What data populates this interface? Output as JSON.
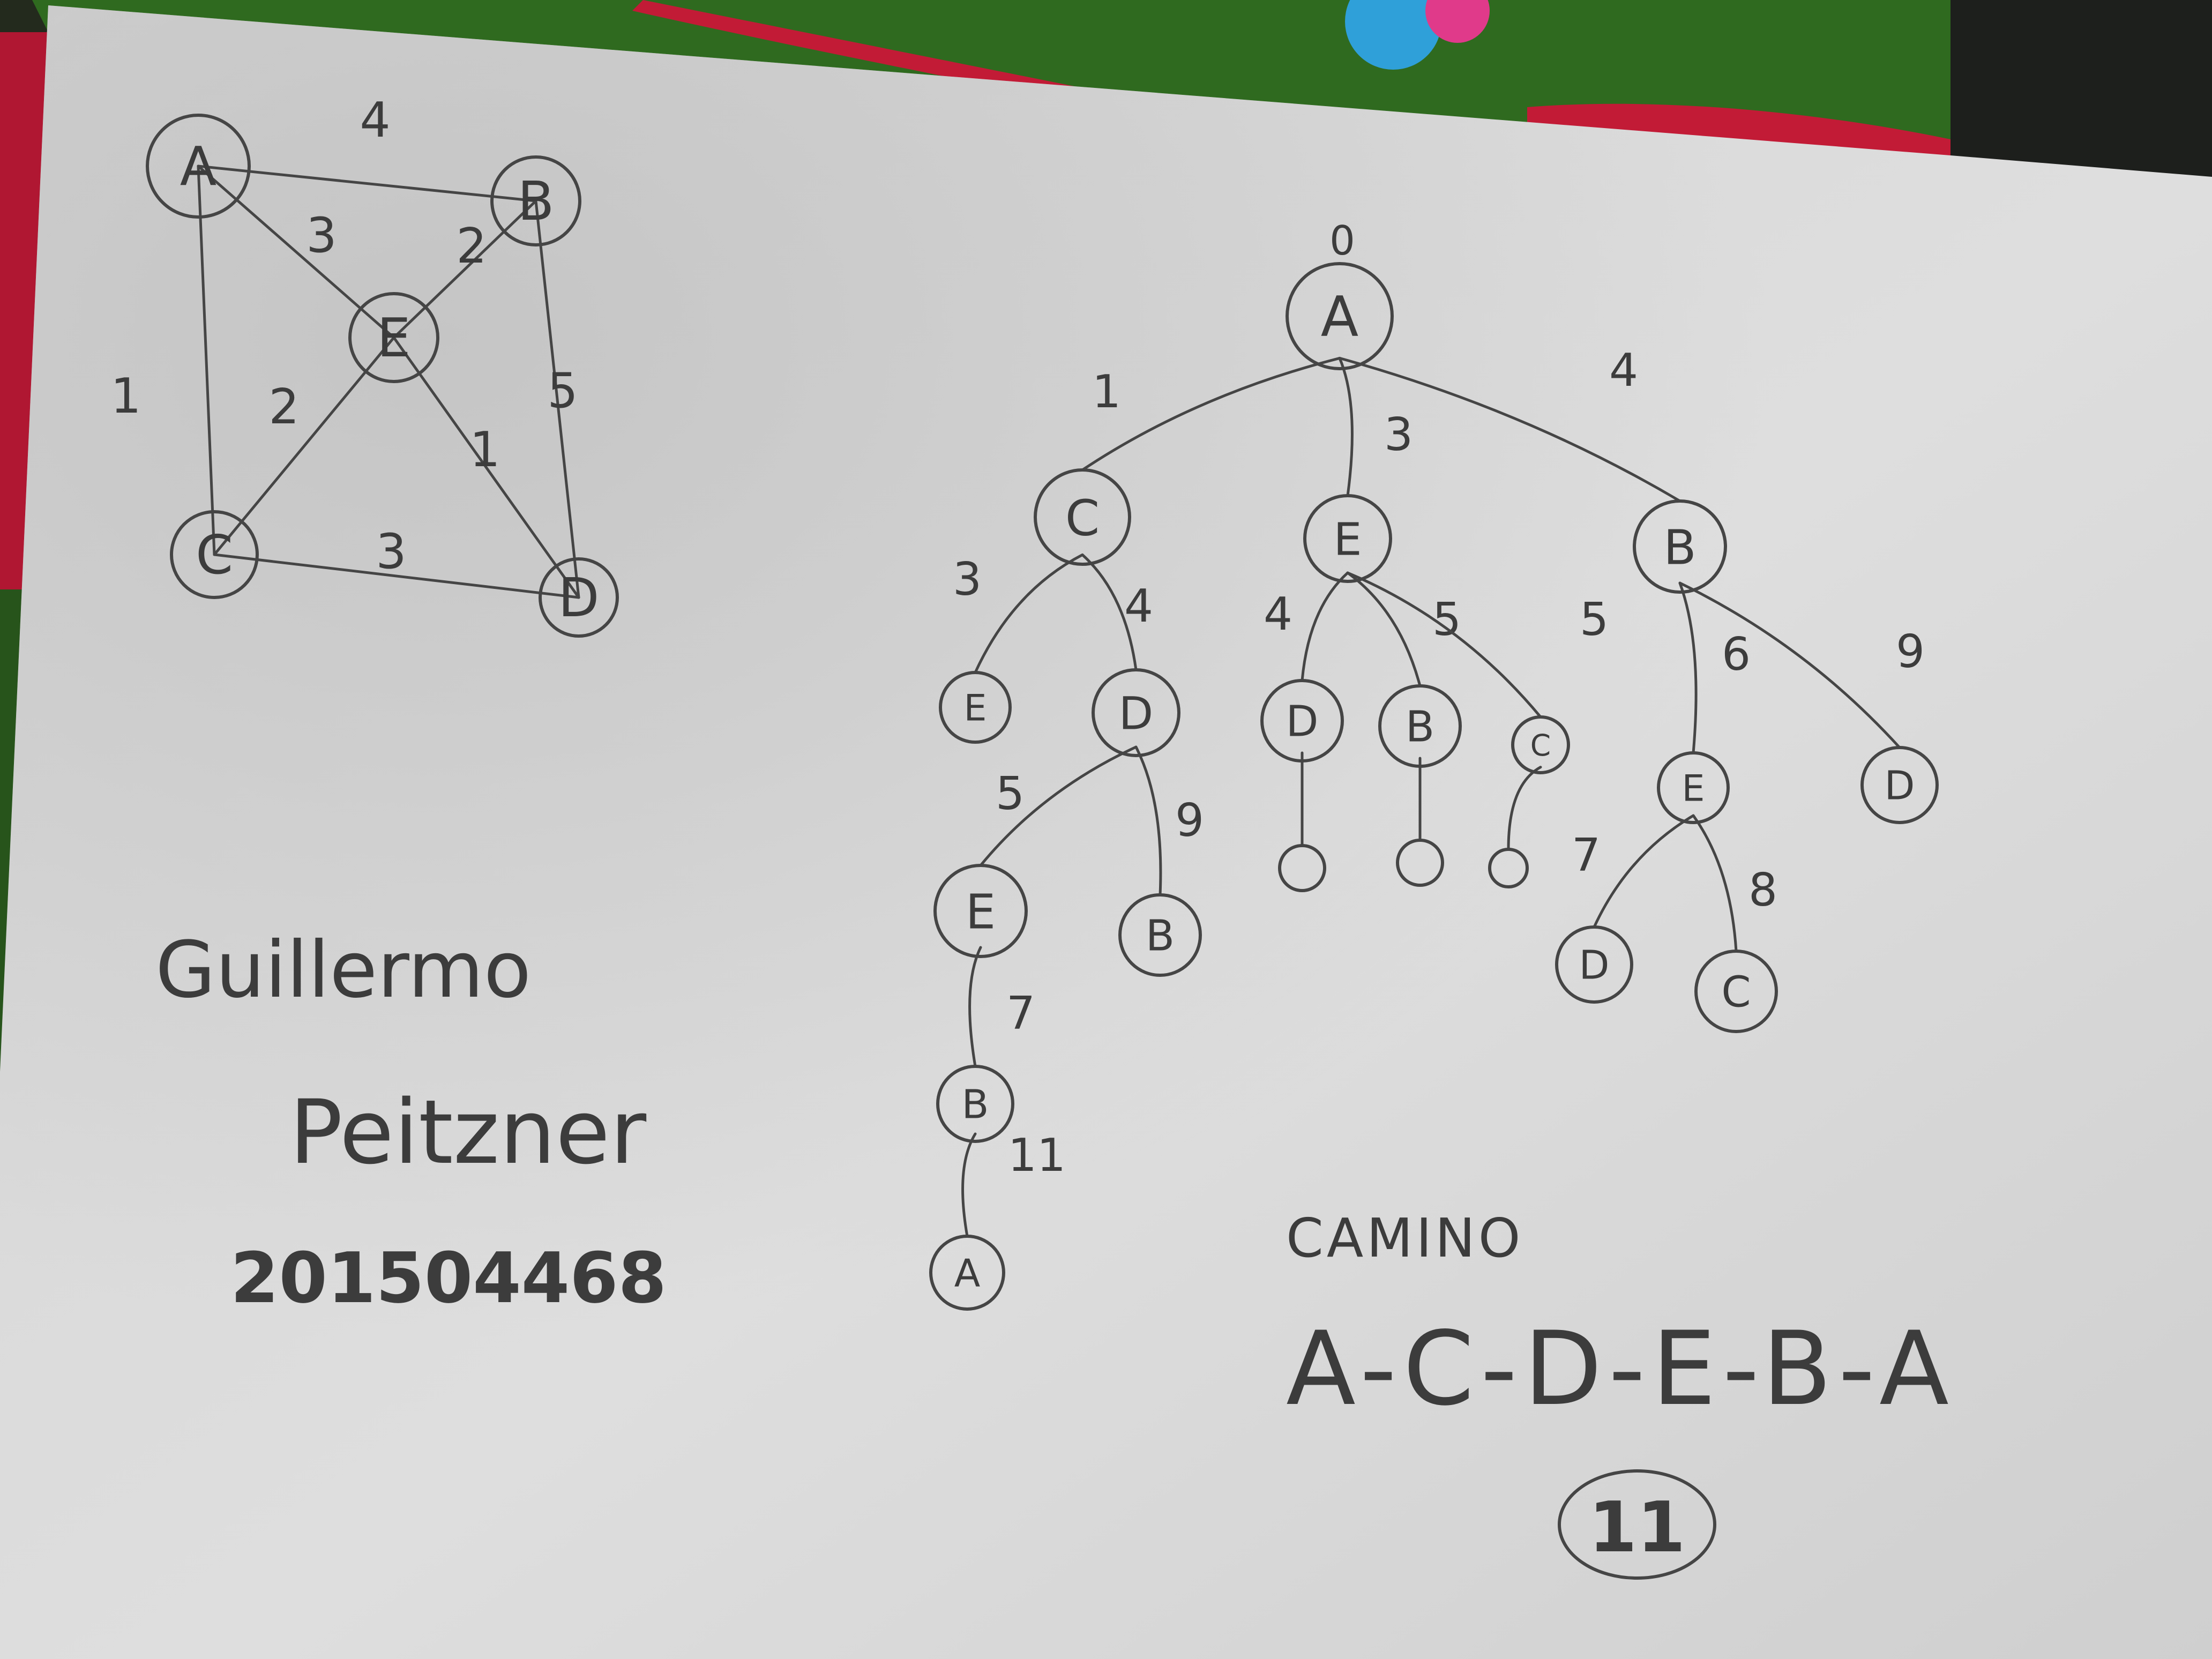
{
  "author": {
    "first_name": "Guillermo",
    "last_name": "Peitzner",
    "student_id": "201504468"
  },
  "graph": {
    "nodes": [
      {
        "id": "A",
        "label": "A"
      },
      {
        "id": "B",
        "label": "B"
      },
      {
        "id": "E",
        "label": "E"
      },
      {
        "id": "C",
        "label": "C"
      },
      {
        "id": "D",
        "label": "D"
      }
    ],
    "edges": [
      {
        "from": "A",
        "to": "B",
        "weight": "4"
      },
      {
        "from": "A",
        "to": "E",
        "weight": "3"
      },
      {
        "from": "E",
        "to": "B",
        "weight": "2"
      },
      {
        "from": "A",
        "to": "C",
        "weight": "1"
      },
      {
        "from": "E",
        "to": "C",
        "weight": "2"
      },
      {
        "from": "B",
        "to": "D",
        "weight": "5"
      },
      {
        "from": "E",
        "to": "D",
        "weight": "1"
      },
      {
        "from": "C",
        "to": "D",
        "weight": "3"
      }
    ]
  },
  "tree": {
    "root_cost": "0",
    "nodes": [
      {
        "id": "t0",
        "label": "A",
        "shaded": true
      },
      {
        "id": "t1",
        "label": "C",
        "shaded": true
      },
      {
        "id": "t2",
        "label": "E",
        "shaded": true
      },
      {
        "id": "t3",
        "label": "B",
        "shaded": true
      },
      {
        "id": "t4",
        "label": "E",
        "shaded": false
      },
      {
        "id": "t5",
        "label": "D",
        "shaded": true
      },
      {
        "id": "t6",
        "label": "D",
        "shaded": true
      },
      {
        "id": "t7",
        "label": "B",
        "shaded": true
      },
      {
        "id": "t8",
        "label": "C",
        "shaded": true
      },
      {
        "id": "t9",
        "label": "E",
        "shaded": true
      },
      {
        "id": "t10",
        "label": "D",
        "shaded": false
      },
      {
        "id": "t11",
        "label": "E",
        "shaded": true
      },
      {
        "id": "t12",
        "label": "B",
        "shaded": false
      },
      {
        "id": "t13",
        "label": "",
        "shaded": true
      },
      {
        "id": "t14",
        "label": "",
        "shaded": true
      },
      {
        "id": "t15",
        "label": "",
        "shaded": true
      },
      {
        "id": "t16",
        "label": "D",
        "shaded": false
      },
      {
        "id": "t17",
        "label": "C",
        "shaded": false
      },
      {
        "id": "t18",
        "label": "B",
        "shaded": true
      },
      {
        "id": "t19",
        "label": "A",
        "shaded": true
      }
    ],
    "edges": [
      {
        "from": "t0",
        "to": "t1",
        "cost": "1"
      },
      {
        "from": "t0",
        "to": "t2",
        "cost": "3"
      },
      {
        "from": "t0",
        "to": "t3",
        "cost": "4"
      },
      {
        "from": "t1",
        "to": "t4",
        "cost": "3"
      },
      {
        "from": "t1",
        "to": "t5",
        "cost": "4"
      },
      {
        "from": "t2",
        "to": "t6",
        "cost": "4"
      },
      {
        "from": "t2",
        "to": "t7",
        "cost": "5"
      },
      {
        "from": "t2",
        "to": "t8",
        "cost": "5"
      },
      {
        "from": "t3",
        "to": "t9",
        "cost": "6"
      },
      {
        "from": "t3",
        "to": "t10",
        "cost": "9"
      },
      {
        "from": "t5",
        "to": "t11",
        "cost": "5"
      },
      {
        "from": "t5",
        "to": "t12",
        "cost": "9"
      },
      {
        "from": "t6",
        "to": "t13",
        "cost": ""
      },
      {
        "from": "t7",
        "to": "t14",
        "cost": ""
      },
      {
        "from": "t8",
        "to": "t15",
        "cost": "7"
      },
      {
        "from": "t9",
        "to": "t16",
        "cost": ""
      },
      {
        "from": "t9",
        "to": "t17",
        "cost": "8"
      },
      {
        "from": "t11",
        "to": "t18",
        "cost": "7"
      },
      {
        "from": "t18",
        "to": "t19",
        "cost": "11"
      }
    ]
  },
  "result": {
    "heading": "CAMINO",
    "path": "A-C-D-E-B-A",
    "total_cost": "11"
  },
  "colors": {
    "paper": "#d9d9d9",
    "ink": "#3c3c3c",
    "background_fabric": "#2f6a1f"
  }
}
